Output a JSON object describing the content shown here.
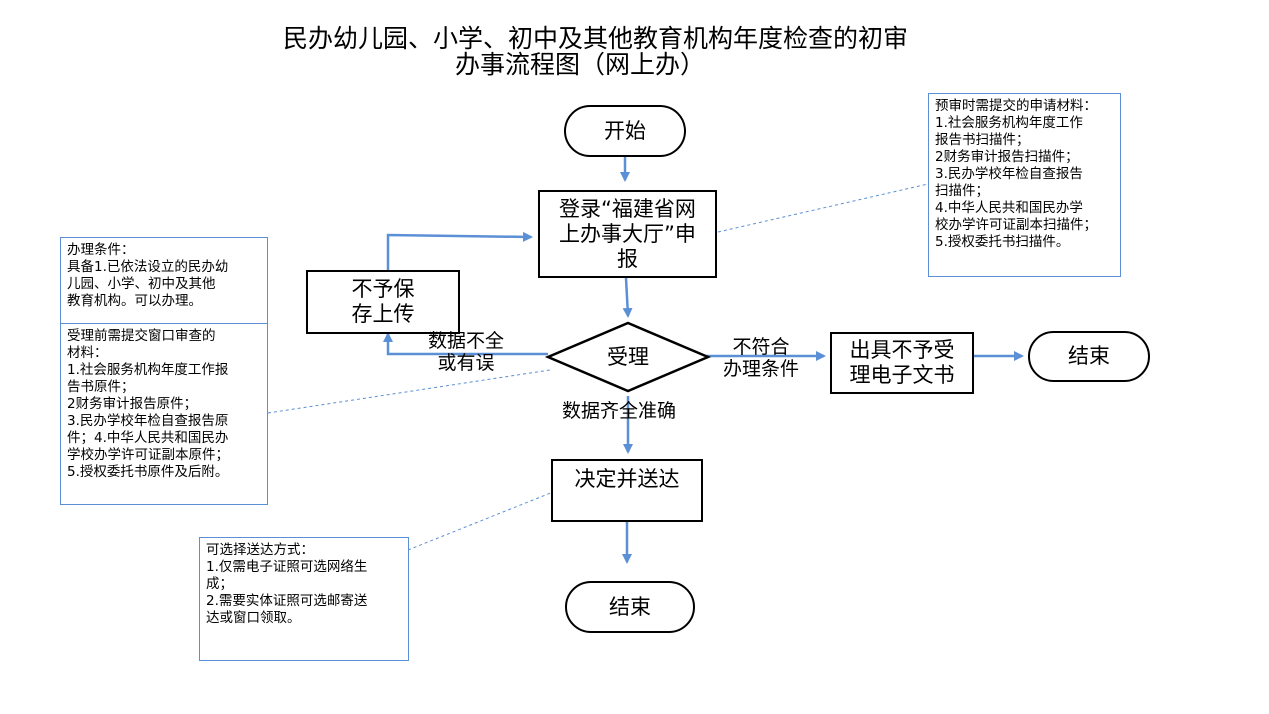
{
  "title": {
    "line1": "民办幼儿园、小学、初中及其他教育机构年度检查的初审",
    "line2": "办事流程图（网上办）"
  },
  "nodes": {
    "start": "开始",
    "login": [
      "登录“福建省网",
      "上办事大厅”申",
      "报"
    ],
    "review": "受理",
    "reject_save": [
      "不予保",
      "存上传"
    ],
    "notice": [
      "出具不予受",
      "理电子文书"
    ],
    "end_right": "结束",
    "decide": "决定并送达",
    "end_bottom": "结束"
  },
  "edge_labels": {
    "incomplete": [
      "数据不全",
      "或有误"
    ],
    "not_qualified": [
      "不符合",
      "办理条件"
    ],
    "complete": "数据齐全准确"
  },
  "notes": {
    "pre_review": [
      "预审时需提交的申请材料：",
      "1.社会服务机构年度工作",
      "报告书扫描件；",
      "2财务审计报告扫描件；",
      "3.民办学校年检自查报告",
      "扫描件；",
      "4.中华人民共和国民办学",
      "校办学许可证副本扫描件；",
      "5.授权委托书扫描件。"
    ],
    "conditions": [
      "办理条件：",
      "具备1.已依法设立的民办幼",
      "儿园、小学、初中及其他",
      "教育机构。可以办理。"
    ],
    "window_materials": [
      "受理前需提交窗口审查的",
      "材料：",
      "1.社会服务机构年度工作报",
      "告书原件；",
      "2财务审计报告原件；",
      "3.民办学校年检自查报告原",
      "件；4.中华人民共和国民办",
      "学校办学许可证副本原件；",
      "5.授权委托书原件及后附。"
    ],
    "delivery": [
      "可选择送达方式：",
      "1.仅需电子证照可选网络生",
      "成；",
      "2.需要实体证照可选邮寄送",
      "达或窗口领取。"
    ]
  },
  "colors": {
    "arrow": "#5b8fd6",
    "note_border": "#5b8fd6",
    "node_border": "#000000"
  }
}
